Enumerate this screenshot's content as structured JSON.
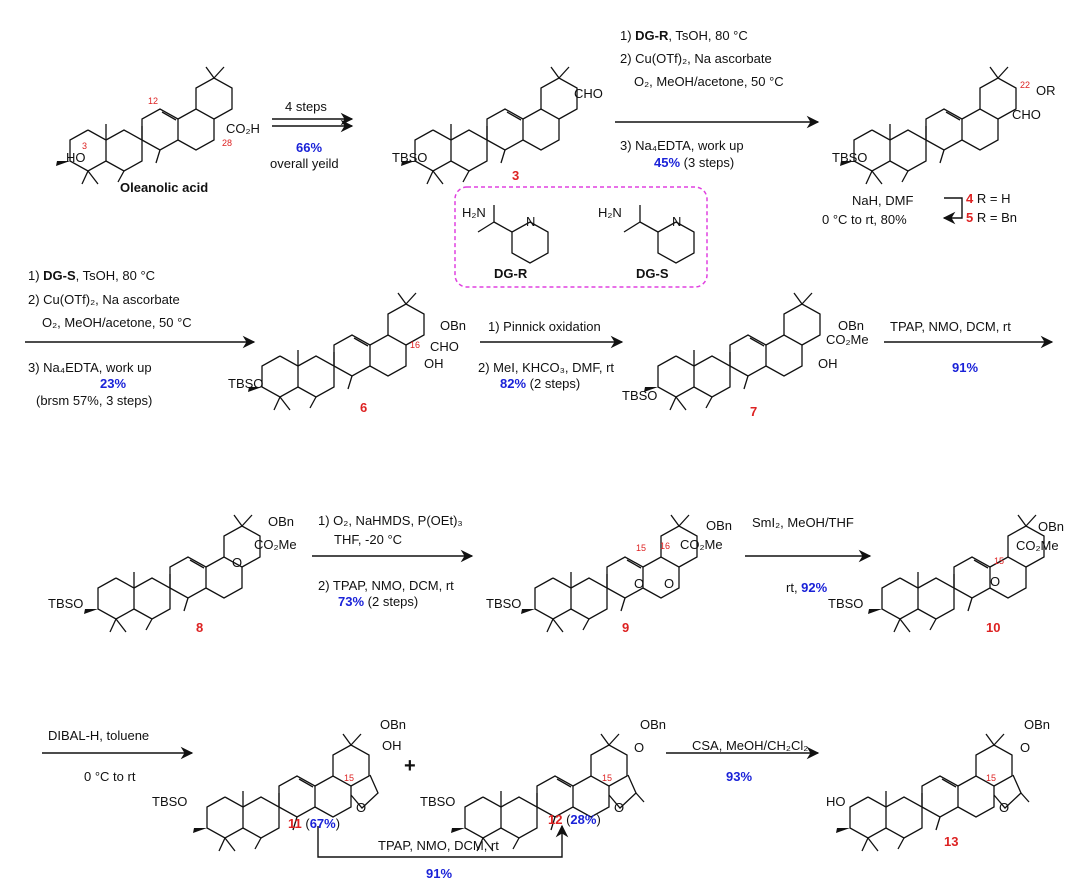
{
  "compounds": {
    "oleanolic": {
      "name": "Oleanolic acid",
      "sub": [
        "HO",
        "CO₂H"
      ],
      "ring_labels": [
        "3",
        "12",
        "28"
      ]
    },
    "c3": {
      "num": "3",
      "sub": [
        "TBSO",
        "CHO"
      ]
    },
    "c45": {
      "sub": [
        "TBSO",
        "OR",
        "CHO"
      ],
      "ring_labels": [
        "22"
      ]
    },
    "c6": {
      "num": "6",
      "sub": [
        "TBSO",
        "OBn",
        "CHO",
        "OH"
      ],
      "ring_labels": [
        "16"
      ]
    },
    "c7": {
      "num": "7",
      "sub": [
        "TBSO",
        "OBn",
        "CO₂Me",
        "OH"
      ]
    },
    "c8": {
      "num": "8",
      "sub": [
        "TBSO",
        "OBn",
        "CO₂Me",
        "O"
      ]
    },
    "c9": {
      "num": "9",
      "sub": [
        "TBSO",
        "OBn",
        "CO₂Me",
        "O",
        "O"
      ],
      "ring_labels": [
        "15",
        "16"
      ]
    },
    "c10": {
      "num": "10",
      "sub": [
        "TBSO",
        "OBn",
        "CO₂Me",
        "O"
      ],
      "ring_labels": [
        "15"
      ]
    },
    "c11": {
      "num": "11",
      "yield": "67%",
      "sub": [
        "TBSO",
        "OBn",
        "OH",
        "O"
      ],
      "ring_labels": [
        "15"
      ]
    },
    "c12": {
      "num": "12",
      "yield": "28%",
      "sub": [
        "TBSO",
        "OBn",
        "O",
        "O"
      ],
      "ring_labels": [
        "15"
      ]
    },
    "c13": {
      "num": "13",
      "sub": [
        "HO",
        "OBn",
        "O",
        "O"
      ],
      "ring_labels": [
        "15"
      ]
    }
  },
  "steps": {
    "s1": {
      "l1": "4 steps",
      "yield": "66%",
      "l2": "overall yeild"
    },
    "s2": {
      "l1a": "1) ",
      "l1b": "DG-R",
      "l1c": ", TsOH, 80 °C",
      "l2": "2) Cu(OTf)₂, Na ascorbate",
      "l3": "O₂, MeOH/acetone, 50 °C",
      "l4": "3) Na₄EDTA, work up",
      "yield": "45%",
      "l5": "(3 steps)"
    },
    "s3": {
      "l1": "NaH, DMF",
      "l2": "0 °C to rt, 80%",
      "r4num": "4",
      "r4txt": "R = H",
      "r5num": "5",
      "r5txt": "R = Bn"
    },
    "s4": {
      "l1a": "1) ",
      "l1b": "DG-S",
      "l1c": ", TsOH, 80 °C",
      "l2": "2) Cu(OTf)₂, Na ascorbate",
      "l3": "O₂, MeOH/acetone, 50 °C",
      "l4": "3) Na₄EDTA, work up",
      "yield": "23%",
      "l5": "(brsm 57%, 3 steps)"
    },
    "s5": {
      "l1": "1) Pinnick oxidation",
      "l2": "2) MeI, KHCO₃, DMF, rt",
      "yield": "82%",
      "l3": "(2 steps)"
    },
    "s6": {
      "l1": "TPAP,  NMO, DCM, rt",
      "yield": "91%"
    },
    "s7": {
      "l1": "1) O₂, NaHMDS, P(OEt)₃",
      "l2": "THF, -20 °C",
      "l3": "2) TPAP,  NMO, DCM, rt",
      "yield": "73%",
      "l4": "(2 steps)"
    },
    "s8": {
      "l1": "SmI₂, MeOH/THF",
      "l2": "rt, ",
      "yield": "92%"
    },
    "s9": {
      "l1": "DIBAL-H, toluene",
      "l2": "0 °C to rt"
    },
    "s10": {
      "l1": "CSA, MeOH/CH₂Cl₂",
      "yield": "93%"
    },
    "s11": {
      "l1": "TPAP,  NMO, DCM, rt",
      "yield": "91%"
    }
  },
  "directing_groups": {
    "dgr": {
      "label": "DG-R",
      "nh2": "H₂N",
      "n": "N"
    },
    "dgs": {
      "label": "DG-S",
      "nh2": "H₂N",
      "n": "N"
    }
  },
  "plus": "+",
  "colors": {
    "red": "#dd2222",
    "blue": "#1a22d8",
    "box": "#e040e0"
  }
}
